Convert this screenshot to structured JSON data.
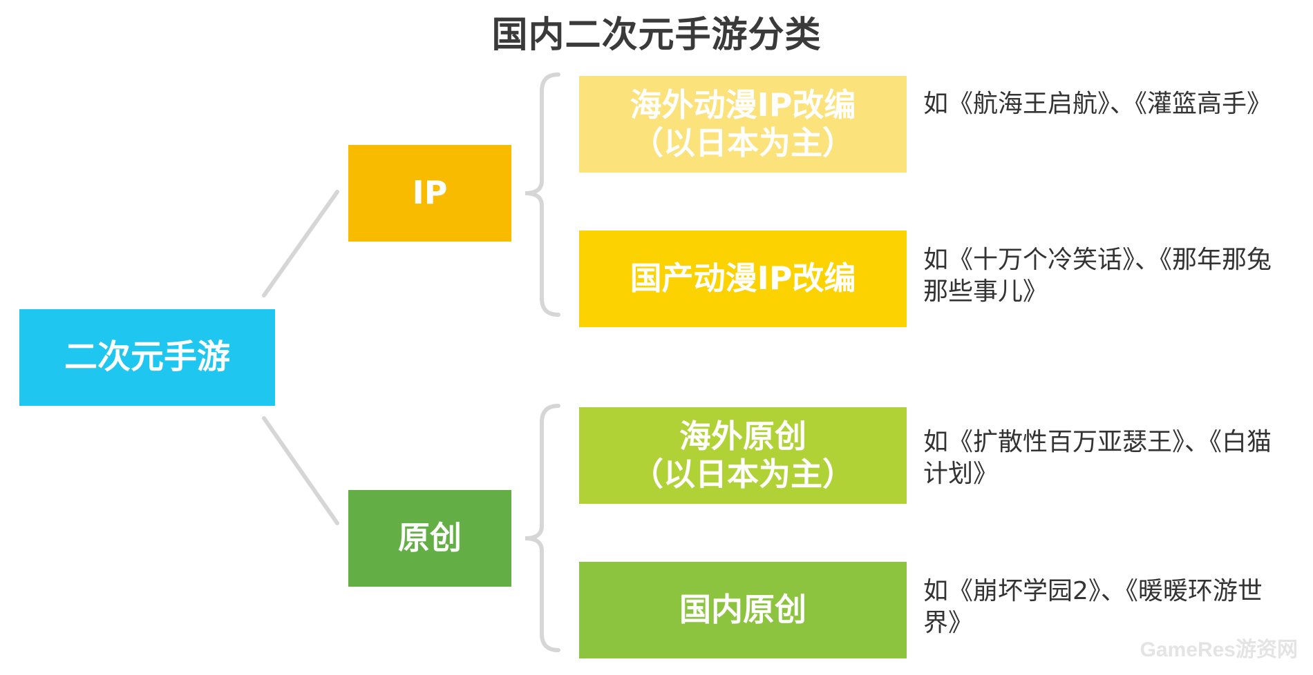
{
  "title": "国内二次元手游分类",
  "root": {
    "label": "二次元手游",
    "color": "#1ec6f0"
  },
  "branches": [
    {
      "label": "IP",
      "color": "#f8bb00",
      "children": [
        {
          "lines": [
            "海外动漫IP改编",
            "（以日本为主）"
          ],
          "color": "#fbe27a",
          "example": "如《航海王启航》、《灌篮高手》"
        },
        {
          "lines": [
            "国产动漫IP改编"
          ],
          "color": "#fcd200",
          "example": "如《十万个冷笑话》、《那年那兔那些事儿》"
        }
      ]
    },
    {
      "label": "原创",
      "color": "#64af45",
      "children": [
        {
          "lines": [
            "海外原创",
            "（以日本为主）"
          ],
          "color": "#b1d236",
          "example": "如《扩散性百万亚瑟王》、《白猫计划》"
        },
        {
          "lines": [
            "国内原创"
          ],
          "color": "#8cc43f",
          "example": "如《崩坏学园2》、《暖暖环游世界》"
        }
      ]
    }
  ],
  "watermark": "GameRes游资网"
}
